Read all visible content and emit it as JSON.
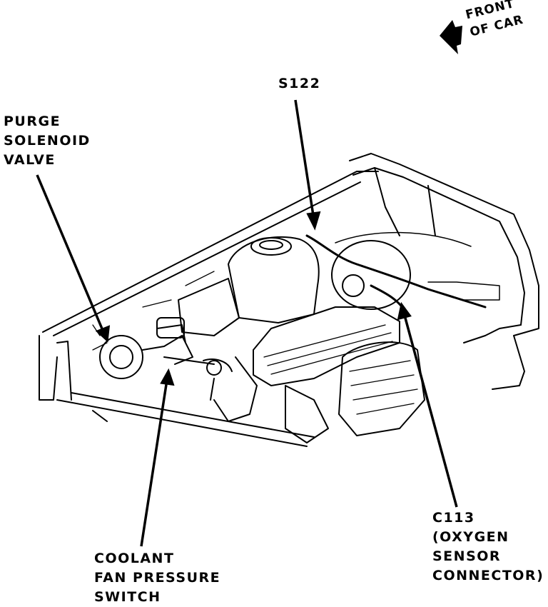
{
  "orientation": {
    "line1": "FRONT",
    "line2": "OF CAR",
    "arrow_icon": "left-arrow-icon"
  },
  "callouts": {
    "s122": {
      "lines": [
        "S122"
      ]
    },
    "purge_valve": {
      "lines": [
        "PURGE",
        "SOLENOID",
        "VALVE"
      ]
    },
    "coolant_switch": {
      "lines": [
        "COOLANT",
        "FAN PRESSURE",
        "SWITCH"
      ]
    },
    "c113": {
      "lines": [
        "C113",
        "(OXYGEN",
        "SENSOR",
        "CONNECTOR)"
      ]
    }
  },
  "drawing": {
    "subject": "engine-compartment-line-drawing",
    "ink_color": "#000000",
    "paper_color": "#ffffff"
  }
}
